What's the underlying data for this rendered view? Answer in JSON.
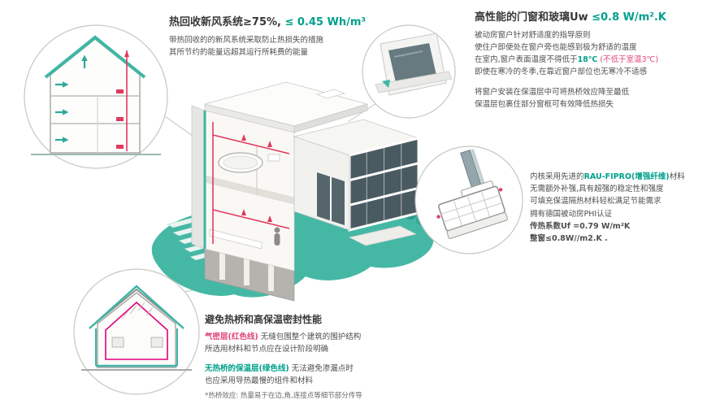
{
  "colors": {
    "teal_ground": "#45B8A5",
    "teal_line": "#3FB6A5",
    "text_green": "#00A08C",
    "red_line": "#E03A5F",
    "text_red": "#E0457B",
    "text_dark": "#383838"
  },
  "ventilation_block": {
    "title_dark": "热回收新风系统≥75%, ",
    "title_green": "≤ 0.45 Wh/m³",
    "line1": "带热回收的的新风系统采取防止热损失的措施",
    "line2": "其所节约的能量远超其运行所耗费的能量"
  },
  "window_block": {
    "title_dark": "高性能的门窗和玻璃Uw ",
    "title_green": "≤0.8 W/m².K",
    "line1": "被动房窗户针对舒适度的指导原则",
    "line2": "使住户即便处在窗户旁也能感到极为舒适的温度",
    "line3_a": "在室内,窗户表面温度不得低于",
    "line3_b": "18℃",
    "line3_c": " (不低于室温3℃)",
    "line4": "即使在寒冷的冬季,在靠近窗户部位也无寒冷不适感",
    "line5": "将窗户安装在保温层中可将热桥效应降至最低",
    "line6": "保温层包裹住部分窗框可有效降低热损失"
  },
  "profile_block": {
    "line1_a": "内核采用先进的",
    "line1_b": "RAU-FIPRO(增强纤维)",
    "line1_c": "材料",
    "line2": "无需额外补强,具有超强的稳定性和强度",
    "line3": "可填充保温隔热材料轻松满足节能需求",
    "line4": "拥有德国被动房PHI认证",
    "line5": "传热系数Uf =0.79 W/m²K",
    "line6": "整窗≤0.8W//m2.K ."
  },
  "thermal_block": {
    "title": "避免热桥和高保温密封性能",
    "line1_a": "气密层(红色线)",
    "line1_b": " 无缝包围整个建筑的围护结构",
    "line2": "所选用材料和节点应在设计阶段明确",
    "line3_a": "无热桥的保温层(绿色线)",
    "line3_b": " 无法避免渗漏点时",
    "line4": "也应采用导热最慢的组件和材料",
    "note": "*热桥效应: 热量易于在边,角,连接点等细节部分传导"
  }
}
